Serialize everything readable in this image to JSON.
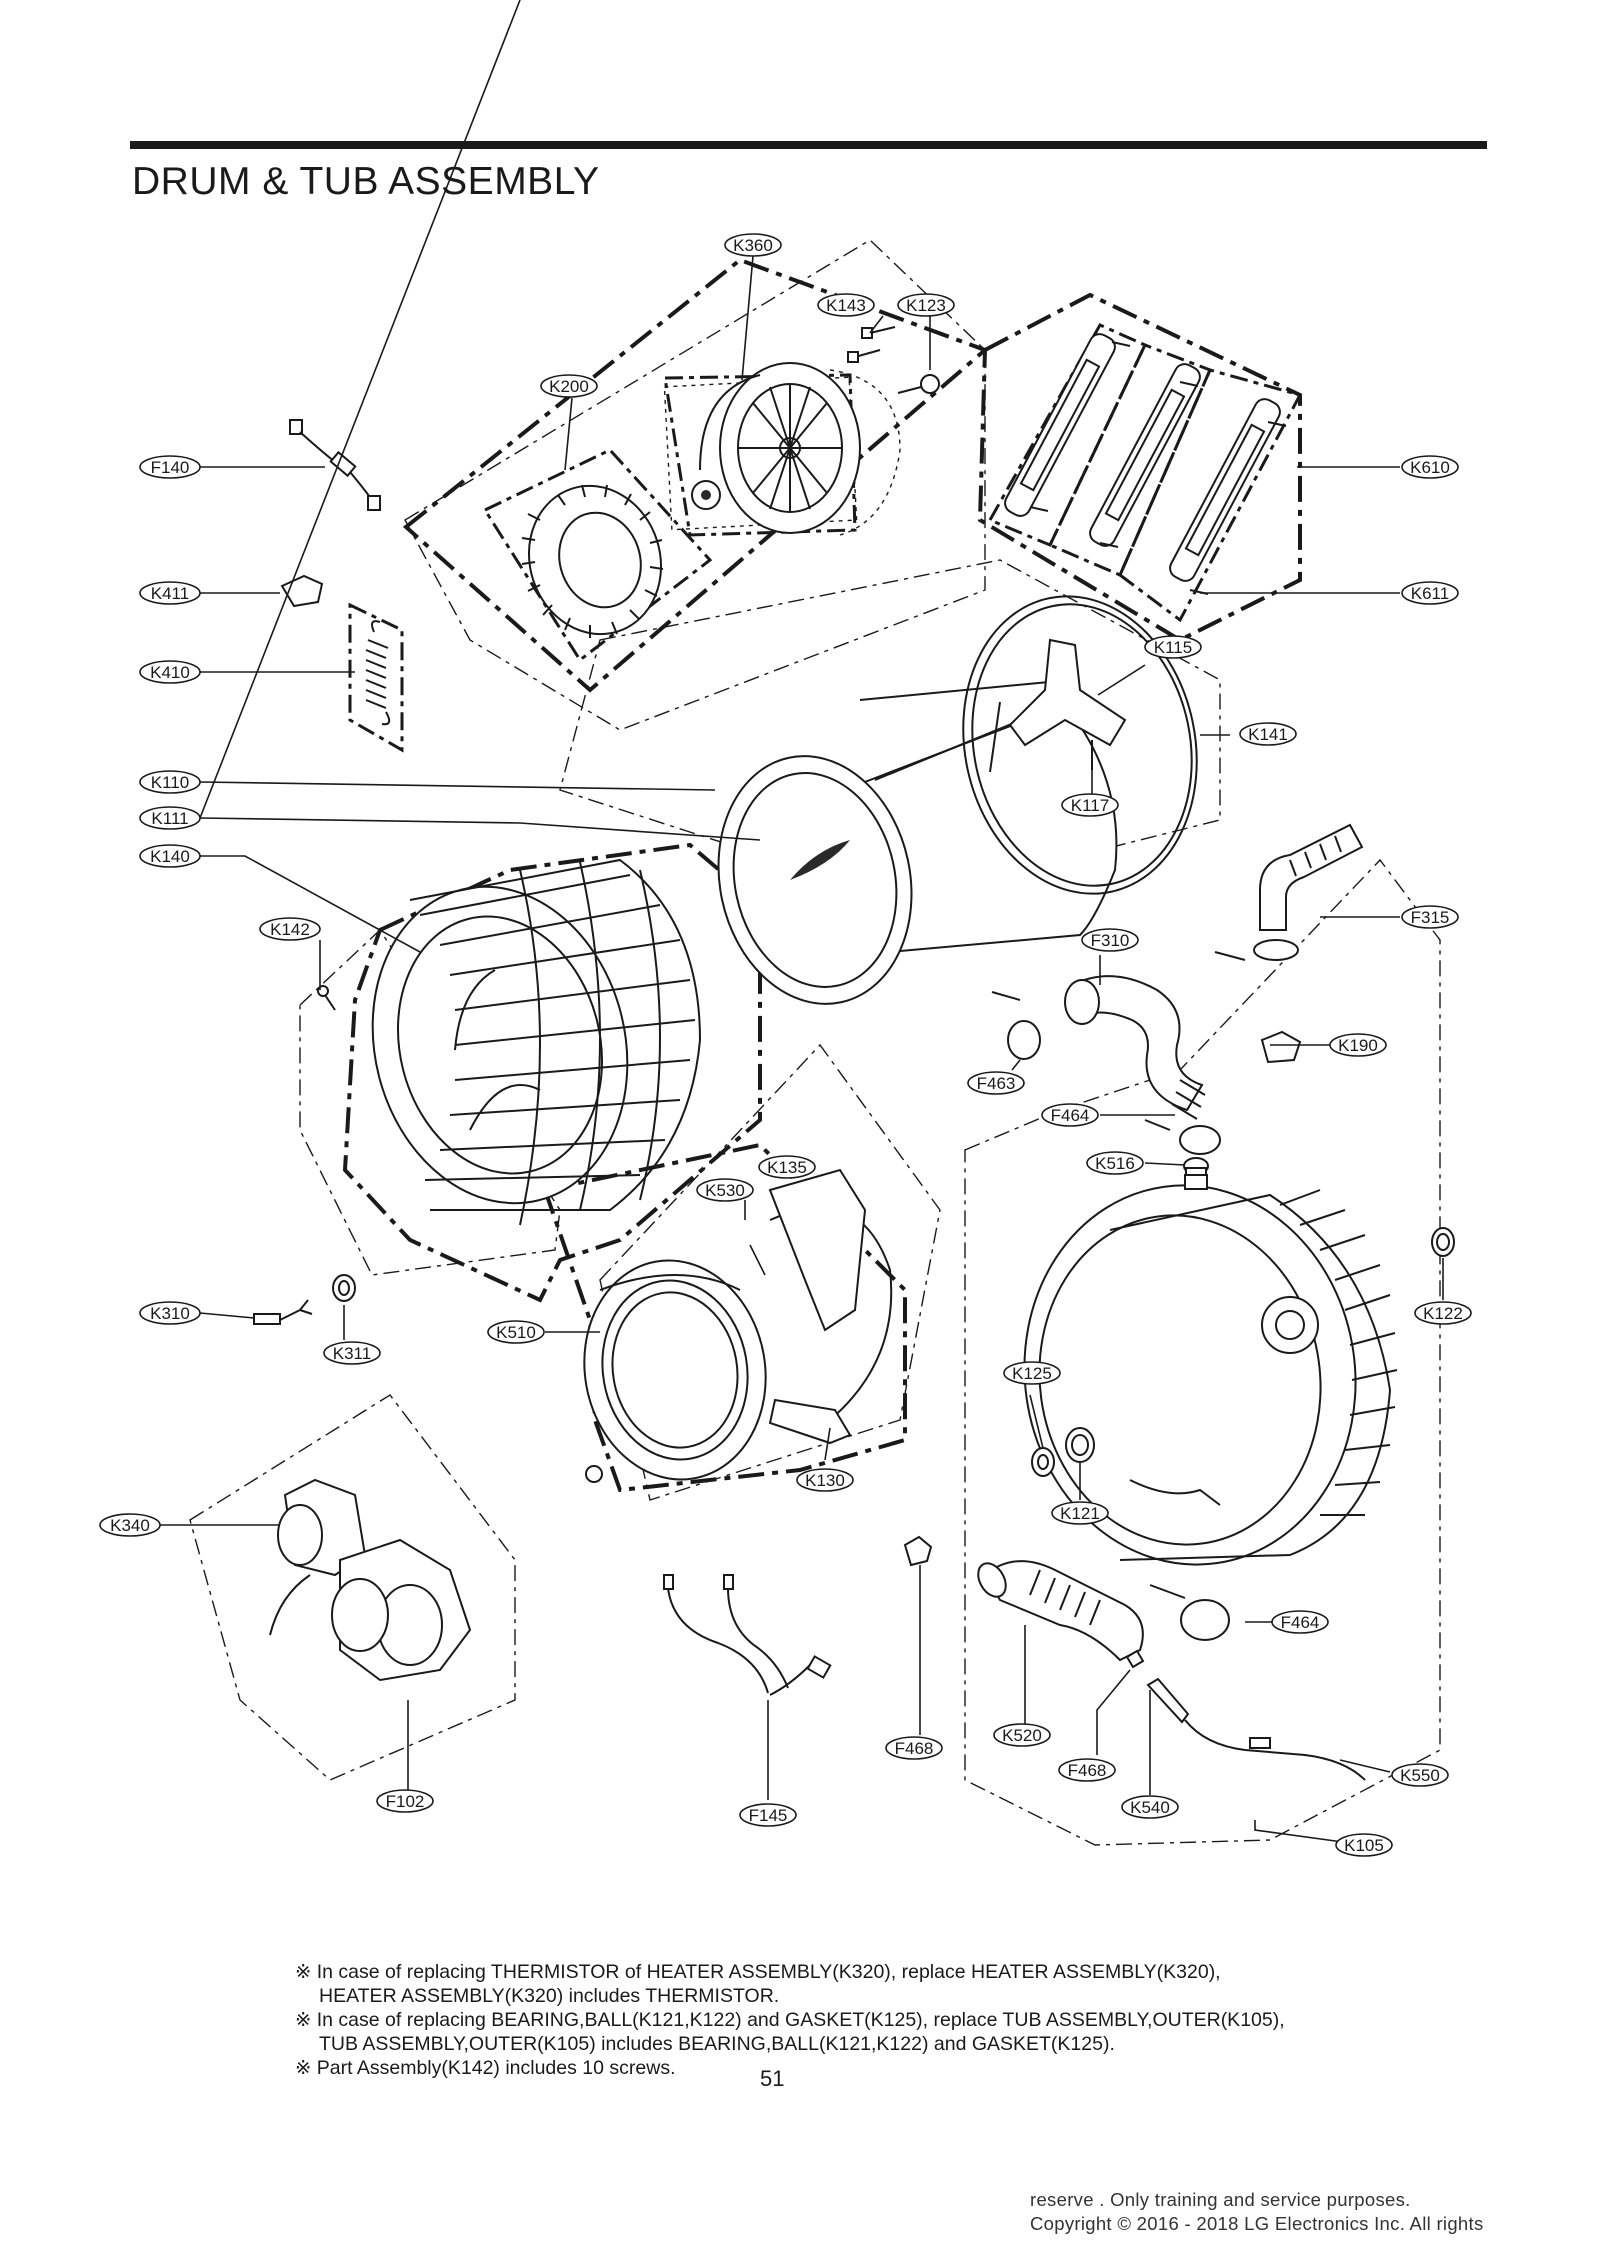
{
  "title": "DRUM & TUB ASSEMBLY",
  "labels": {
    "K360": "K360",
    "K143": "K143",
    "K123": "K123",
    "K200": "K200",
    "F140": "F140",
    "K610": "K610",
    "K611": "K611",
    "K411": "K411",
    "K410": "K410",
    "K115": "K115",
    "K141": "K141",
    "K110": "K110",
    "K111": "K111",
    "K117": "K117",
    "K140": "K140",
    "K142": "K142",
    "F315": "F315",
    "F310": "F310",
    "K190": "K190",
    "F463": "F463",
    "F464a": "F464",
    "K516": "K516",
    "K135": "K135",
    "K530": "K530",
    "K310": "K310",
    "K311": "K311",
    "K510": "K510",
    "K122": "K122",
    "K125": "K125",
    "K130": "K130",
    "K121": "K121",
    "K340": "K340",
    "F464b": "F464",
    "F468a": "F468",
    "K520": "K520",
    "F468b": "F468",
    "K550": "K550",
    "F102": "F102",
    "F145": "F145",
    "K540": "K540",
    "K105": "K105"
  },
  "notes": [
    "※ In case of replacing THERMISTOR of HEATER ASSEMBLY(K320), replace HEATER ASSEMBLY(K320),",
    "HEATER ASSEMBLY(K320) includes THERMISTOR.",
    "※ In case of replacing BEARING,BALL(K121,K122) and GASKET(K125), replace TUB ASSEMBLY,OUTER(K105),",
    "TUB ASSEMBLY,OUTER(K105) includes BEARING,BALL(K121,K122) and GASKET(K125).",
    "※ Part Assembly(K142) includes 10 screws."
  ],
  "page_number": "51",
  "footer": {
    "line1": "reserve . Only training and service purposes.",
    "line2": "Copyright © 2016 - 2018 LG Electronics Inc. All rights"
  }
}
